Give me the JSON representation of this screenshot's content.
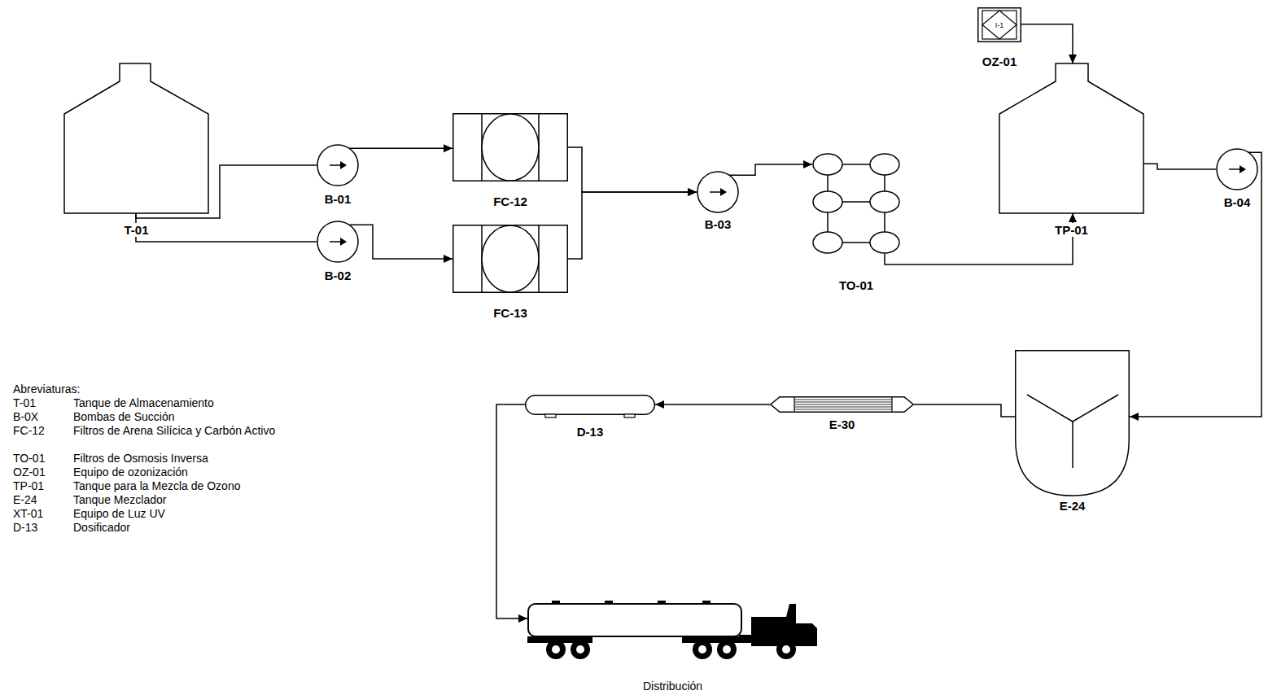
{
  "diagram": {
    "nodes": [
      {
        "text": [
          "T-01"
        ]
      },
      {
        "text": [
          "B-01"
        ]
      },
      {
        "text": [
          "B-02"
        ]
      },
      {
        "text": [
          "FC-12"
        ]
      },
      {
        "text": [
          "FC-13"
        ]
      },
      {
        "text": [
          "B-03"
        ]
      },
      {
        "text": [
          "TO-01"
        ]
      },
      {
        "text": [
          "I-1",
          "OZ-01"
        ]
      },
      {
        "text": [
          "TP-01"
        ]
      },
      {
        "text": [
          "B-04"
        ]
      },
      {
        "text": [
          "E-24"
        ]
      },
      {
        "text": [
          "E-30"
        ]
      },
      {
        "text": [
          "D-13"
        ]
      },
      {
        "text": [
          "Distribución"
        ]
      }
    ],
    "edges": [
      {
        "from": 0,
        "to": 1,
        "arrow": "none"
      },
      {
        "from": 0,
        "to": 2,
        "arrow": "none"
      },
      {
        "from": 1,
        "to": 3,
        "arrow": "to"
      },
      {
        "from": 2,
        "to": 4,
        "arrow": "to"
      },
      {
        "from": 3,
        "to": 5,
        "arrow": "to"
      },
      {
        "from": 4,
        "to": 5,
        "arrow": "to"
      },
      {
        "from": 5,
        "to": 6,
        "arrow": "to"
      },
      {
        "from": 6,
        "to": 8,
        "arrow": "to"
      },
      {
        "from": 7,
        "to": 8,
        "arrow": "to"
      },
      {
        "from": 8,
        "to": 9,
        "arrow": "none"
      },
      {
        "from": 9,
        "to": 10,
        "arrow": "to"
      },
      {
        "from": 10,
        "to": 11,
        "arrow": "none"
      },
      {
        "from": 11,
        "to": 12,
        "arrow": "to"
      },
      {
        "from": 12,
        "to": 13,
        "arrow": "to"
      }
    ],
    "labels": [
      "Abreviaturas:",
      "T-01",
      "Tanque de Almacenamiento",
      "B-0X",
      "Bombas de Succión",
      "FC-12",
      "Filtros de Arena Silícica y Carbón Activo",
      "TO-01",
      "Filtros de Osmosis Inversa",
      "OZ-01",
      "Equipo de ozonización",
      "TP-01",
      "Tanque para la Mezcla de Ozono",
      "E-24",
      "Tanque Mezclador",
      "XT-01",
      "Equipo de Luz UV",
      "D-13",
      "Dosificador"
    ]
  }
}
